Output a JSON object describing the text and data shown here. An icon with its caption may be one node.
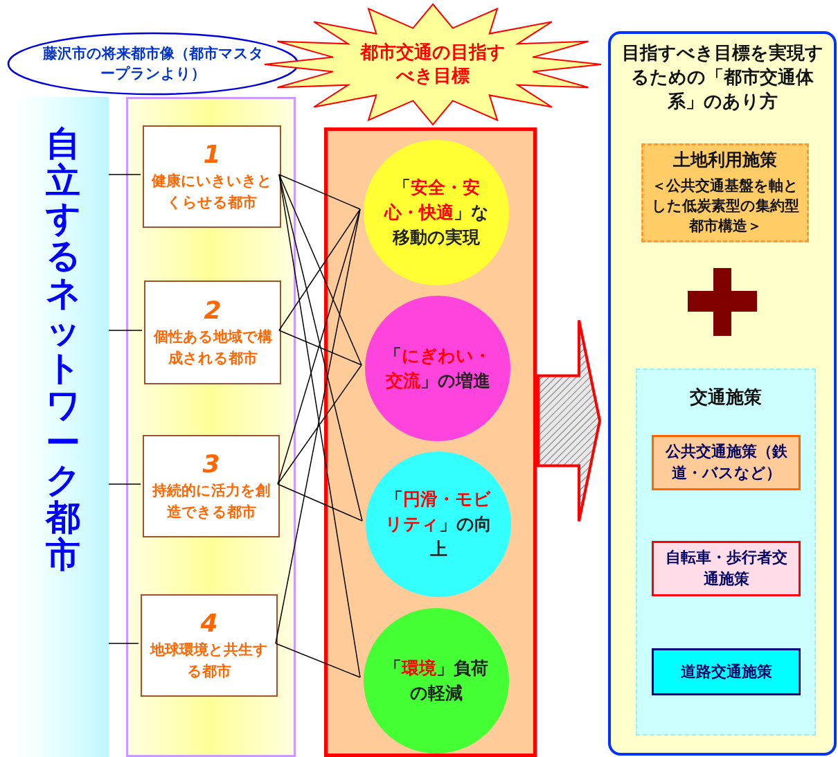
{
  "diagram": {
    "nodes": [
      {
        "text": [
          "自立するネットワーク都市"
        ]
      },
      {
        "text": [
          "藤沢市の将来都市像（都市マスタープランより）"
        ]
      },
      {
        "text": [],
        "shape": "band"
      },
      {
        "text": [
          "1",
          "健康にいきいきとくらせる都市"
        ],
        "in": 2
      },
      {
        "text": [
          "2",
          "個性ある地域で構成される都市"
        ],
        "in": 2
      },
      {
        "text": [
          "3",
          "持続的に活力を創造できる都市"
        ],
        "in": 2
      },
      {
        "text": [
          "4",
          "地球環境と共生する都市"
        ],
        "in": 2
      },
      {
        "text": [
          "都市交通の目指すべき目標"
        ]
      },
      {
        "text": [],
        "shape": "band"
      },
      {
        "text": [
          "「**安全・安心・快適**」な移動の実現"
        ],
        "in": 8
      },
      {
        "text": [
          "「**にぎわい・交流**」の増進"
        ],
        "in": 8
      },
      {
        "text": [
          "「**円滑・モビリティ**」の向上"
        ],
        "in": 8
      },
      {
        "text": [
          "「**環境**」負荷の軽減"
        ],
        "in": 8
      },
      {
        "text": [
          "目指すべき目標を実現するための「都市交通体系」のあり方"
        ]
      },
      {
        "text": [
          "土地利用施策",
          "＜公共交通基盤を軸とした低炭素型の集約型都市構造＞"
        ],
        "in": 13
      },
      {
        "text": [
          "交通施策"
        ],
        "in": 13
      },
      {
        "text": [
          "公共交通施策（鉄道・バスなど）"
        ],
        "in": 15
      },
      {
        "text": [
          "自転車・歩行者交通施策"
        ],
        "in": 15
      },
      {
        "text": [
          "道路交通施策"
        ],
        "in": 15
      }
    ],
    "edges": [
      {
        "from": 0,
        "to": 3,
        "arrow": "none"
      },
      {
        "from": 0,
        "to": 4,
        "arrow": "none"
      },
      {
        "from": 0,
        "to": 5,
        "arrow": "none"
      },
      {
        "from": 0,
        "to": 6,
        "arrow": "none"
      },
      {
        "from": 3,
        "to": 9,
        "arrow": "none"
      },
      {
        "from": 3,
        "to": 10,
        "arrow": "none"
      },
      {
        "from": 3,
        "to": 11,
        "arrow": "none"
      },
      {
        "from": 3,
        "to": 12,
        "arrow": "none"
      },
      {
        "from": 4,
        "to": 9,
        "arrow": "none"
      },
      {
        "from": 4,
        "to": 10,
        "arrow": "none"
      },
      {
        "from": 5,
        "to": 9,
        "arrow": "none"
      },
      {
        "from": 5,
        "to": 10,
        "arrow": "none"
      },
      {
        "from": 5,
        "to": 11,
        "arrow": "none"
      },
      {
        "from": 6,
        "to": 9,
        "arrow": "none"
      },
      {
        "from": 6,
        "to": 12,
        "arrow": "none"
      },
      {
        "from": 8,
        "to": 13,
        "arrow": "to",
        "style": "thick",
        "color": "#ff0000"
      }
    ]
  }
}
